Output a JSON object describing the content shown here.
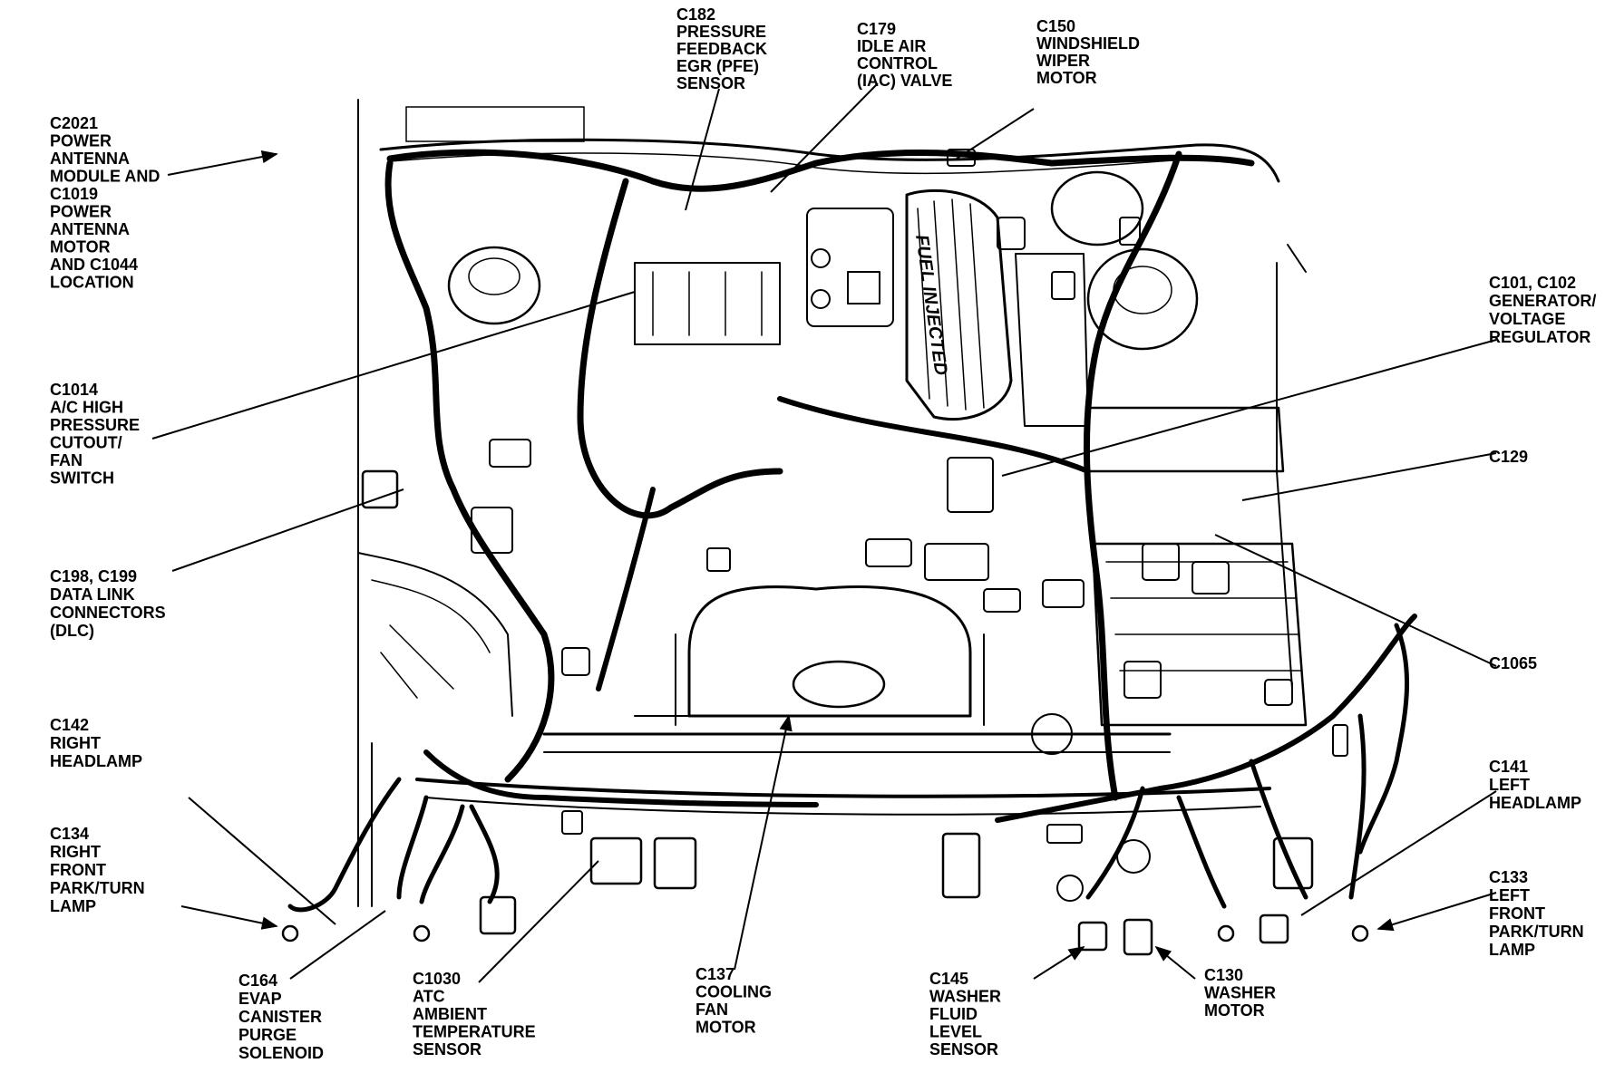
{
  "labels": {
    "c182": [
      "C182",
      "PRESSURE",
      "FEEDBACK",
      "EGR (PFE)",
      "SENSOR"
    ],
    "c179": [
      "C179",
      "IDLE AIR",
      "CONTROL",
      "(IAC) VALVE"
    ],
    "c150": [
      "C150",
      "WINDSHIELD",
      "WIPER",
      "MOTOR"
    ],
    "c2021": [
      "C2021",
      "POWER",
      "ANTENNA",
      "MODULE AND",
      "C1019",
      "POWER",
      "ANTENNA",
      "MOTOR",
      "AND C1044",
      "LOCATION"
    ],
    "c101": [
      "C101, C102",
      "GENERATOR/",
      "VOLTAGE",
      "REGULATOR"
    ],
    "c1014": [
      "C1014",
      "A/C HIGH",
      "PRESSURE",
      "CUTOUT/",
      "FAN",
      "SWITCH"
    ],
    "c129": [
      "C129"
    ],
    "c198": [
      "C198, C199",
      "DATA LINK",
      "CONNECTORS",
      "(DLC)"
    ],
    "c1065": [
      "C1065"
    ],
    "c142": [
      "C142",
      "RIGHT",
      "HEADLAMP"
    ],
    "c141": [
      "C141",
      "LEFT",
      "HEADLAMP"
    ],
    "c134": [
      "C134",
      "RIGHT",
      "FRONT",
      "PARK/TURN",
      "LAMP"
    ],
    "c133": [
      "C133",
      "LEFT",
      "FRONT",
      "PARK/TURN",
      "LAMP"
    ],
    "c164": [
      "C164",
      "EVAP",
      "CANISTER",
      "PURGE",
      "SOLENOID"
    ],
    "c1030": [
      "C1030",
      "ATC",
      "AMBIENT",
      "TEMPERATURE",
      "SENSOR"
    ],
    "c137": [
      "C137",
      "COOLING",
      "FAN",
      "MOTOR"
    ],
    "c145": [
      "C145",
      "WASHER",
      "FLUID",
      "LEVEL",
      "SENSOR"
    ],
    "c130": [
      "C130",
      "WASHER",
      "MOTOR"
    ]
  },
  "engine_marking": "FUEL INJECTED"
}
